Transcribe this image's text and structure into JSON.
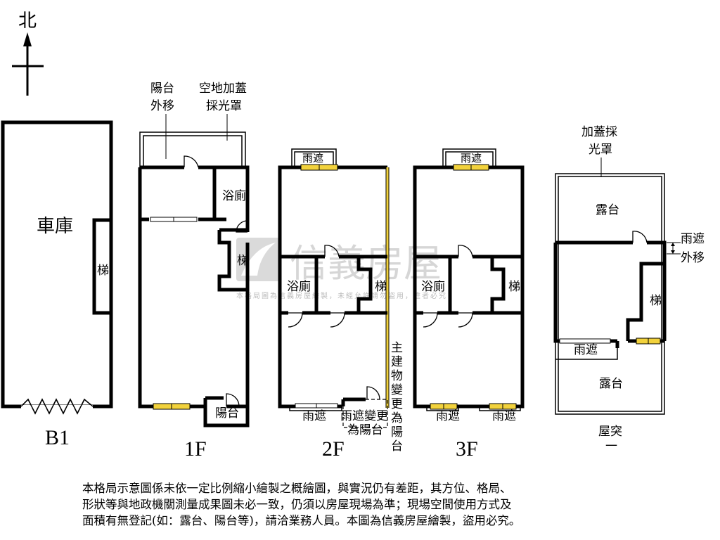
{
  "compass": {
    "north_label": "北"
  },
  "floors": {
    "b1": {
      "label": "B1",
      "garage": "車庫",
      "stair": "梯"
    },
    "f1": {
      "label": "1F",
      "balcony_moved": [
        "陽台",
        "外移"
      ],
      "skylight": [
        "空地加蓋",
        "採光罩"
      ],
      "bath": "浴廁",
      "stair": "梯",
      "balcony": "陽台"
    },
    "f2": {
      "label": "2F",
      "canopy_top": "雨遮",
      "bath": "浴廁",
      "stair": "梯",
      "canopy_bottom": "雨遮",
      "canopy_changed": [
        "雨遮變更",
        "為陽台"
      ],
      "main_change": "主建物變更為陽台"
    },
    "f3": {
      "label": "3F",
      "canopy_top": "雨遮",
      "bath": "浴廁",
      "stair": "梯",
      "canopy_bottom_left": "雨遮",
      "canopy_bottom_right": "雨遮"
    },
    "roof": {
      "label": [
        "屋突",
        "一"
      ],
      "skylight": [
        "加蓋採",
        "光罩"
      ],
      "terrace_top": "露台",
      "canopy_moved": [
        "雨遮",
        "外移"
      ],
      "stair": "梯",
      "canopy": "雨遮",
      "terrace_bottom": "露台"
    }
  },
  "watermark": {
    "brand": "信義房屋",
    "notice": "本格局圖為信義房屋繪製，未經允許請勿盜用，違者必究"
  },
  "disclaimer": [
    "本格局示意圖係未依一定比例縮小繪製之概繪圖，與實況仍有差距，其方位、格局、",
    "形狀等與地政機關測量成果圖未必一致，仍須以房屋現場為準；現場空間使用方式及",
    "面積有無登記(如：露台、陽台等)，請洽業務人員。本圖為信義房屋繪製，盜用必究。"
  ]
}
